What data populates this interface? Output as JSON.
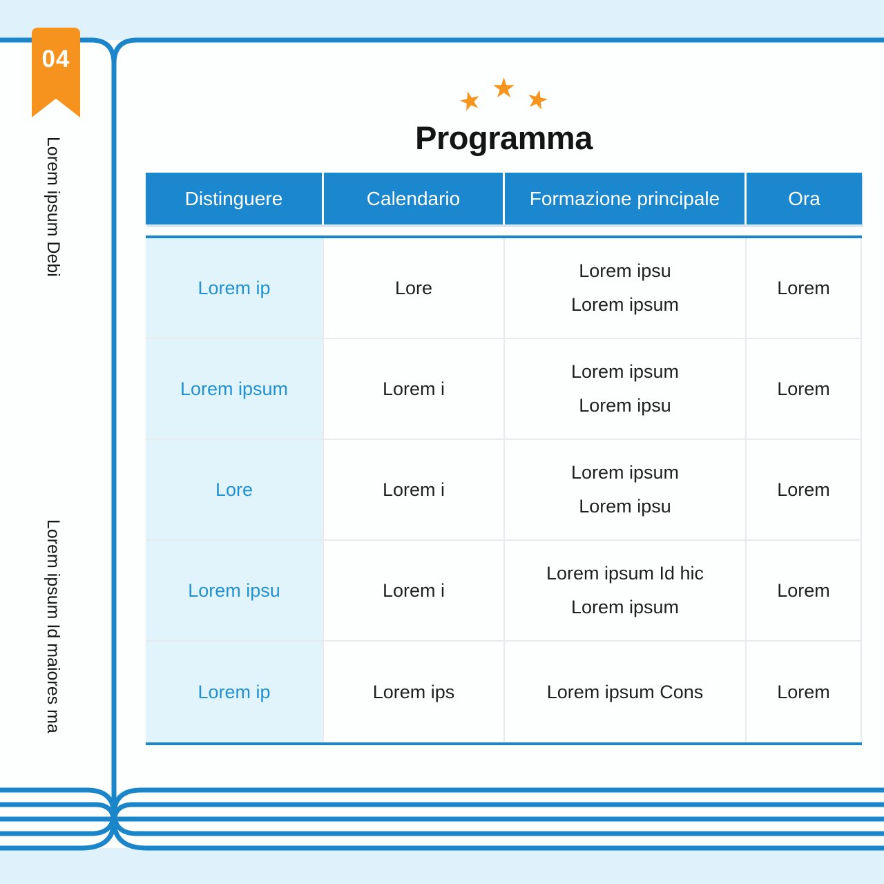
{
  "colors": {
    "accent_blue": "#1a86c9",
    "header_blue": "#1b87cf",
    "light_blue_background": "#dff1fa",
    "first_column_background": "#e2f4fb",
    "first_column_text": "#2191d2",
    "orange": "#f6921e"
  },
  "bookmark": {
    "label": "04"
  },
  "margin_notes": {
    "top": "Lorem ipsum Debi",
    "bottom": "Lorem ipsum Id maiores ma"
  },
  "header": {
    "title": "Programma",
    "stars": [
      "star-icon",
      "star-icon",
      "star-icon"
    ]
  },
  "table": {
    "columns": [
      "Distinguere",
      "Calendario",
      "Formazione principale",
      "Ora"
    ],
    "rows": [
      {
        "distinguere": "Lorem ip",
        "calendario": "Lore",
        "formazione_line1": "Lorem ipsu",
        "formazione_line2": "Lorem ipsum",
        "ora": "Lorem"
      },
      {
        "distinguere": "Lorem ipsum",
        "calendario": "Lorem i",
        "formazione_line1": "Lorem ipsum",
        "formazione_line2": "Lorem ipsu",
        "ora": "Lorem"
      },
      {
        "distinguere": "Lore",
        "calendario": "Lorem i",
        "formazione_line1": "Lorem ipsum",
        "formazione_line2": "Lorem ipsu",
        "ora": "Lorem"
      },
      {
        "distinguere": "Lorem ipsu",
        "calendario": "Lorem i",
        "formazione_line1": "Lorem ipsum Id hic",
        "formazione_line2": "Lorem ipsum",
        "ora": "Lorem"
      },
      {
        "distinguere": "Lorem ip",
        "calendario": "Lorem ips",
        "formazione_line1": "Lorem ipsum Cons",
        "formazione_line2": "",
        "ora": "Lorem"
      }
    ]
  }
}
